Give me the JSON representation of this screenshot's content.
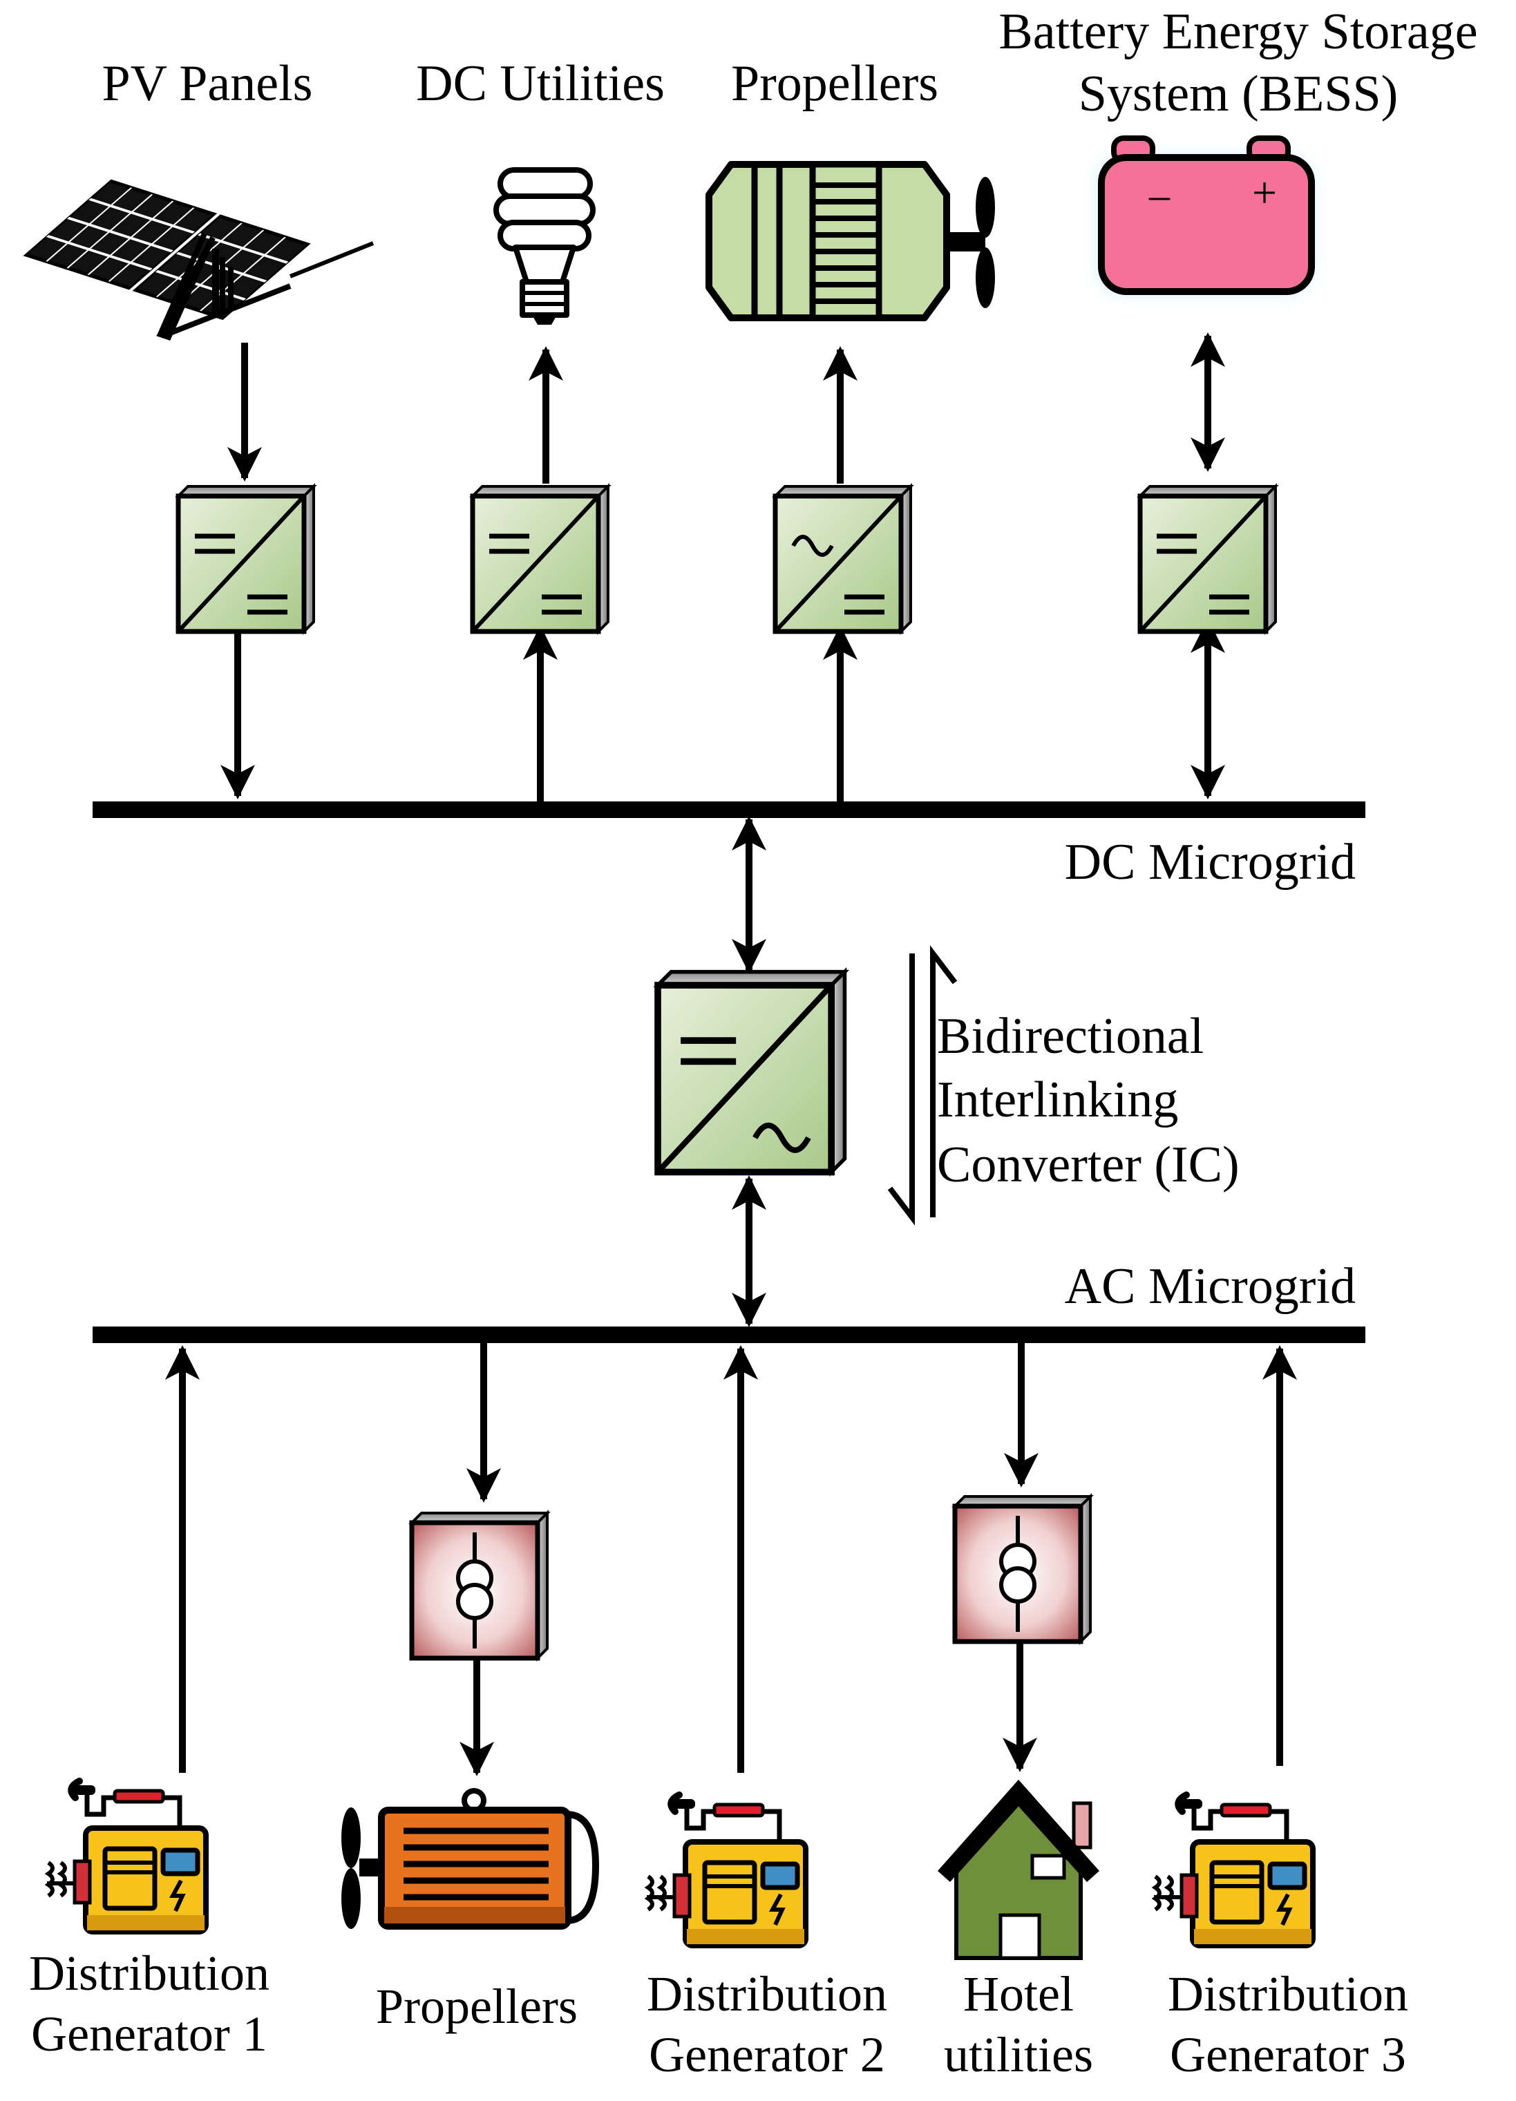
{
  "top_labels": {
    "pv": "PV Panels",
    "dc_utilities": "DC Utilities",
    "propellers_dc": "Propellers",
    "bess_line1": "Battery Energy Storage",
    "bess_line2": "System (BESS)"
  },
  "bus_labels": {
    "dc": "DC Microgrid",
    "ac": "AC Microgrid"
  },
  "interlinking_converter": {
    "line1": "Bidirectional",
    "line2": "Interlinking",
    "line3": "Converter (IC)"
  },
  "bottom_labels": {
    "gen1_line1": "Distribution",
    "gen1_line2": "Generator 1",
    "propellers_ac": "Propellers",
    "gen2_line1": "Distribution",
    "gen2_line2": "Generator 2",
    "hotel_line1": "Hotel",
    "hotel_line2": "utilities",
    "gen3_line1": "Distribution",
    "gen3_line2": "Generator 3"
  },
  "symbols": {
    "battery_minus": "–",
    "battery_plus": "+"
  },
  "colors": {
    "converter_green": "#c9ddb0",
    "transformer_red": "#d98b8b",
    "battery_pink": "#f5719a",
    "battery_glow": "#b9e4f0",
    "motor_green": "#c6dca6",
    "motor_orange": "#e8731e",
    "generator_yellow": "#f7c21b",
    "generator_blue": "#3f8ec4",
    "house_green": "#6e8f3b"
  }
}
